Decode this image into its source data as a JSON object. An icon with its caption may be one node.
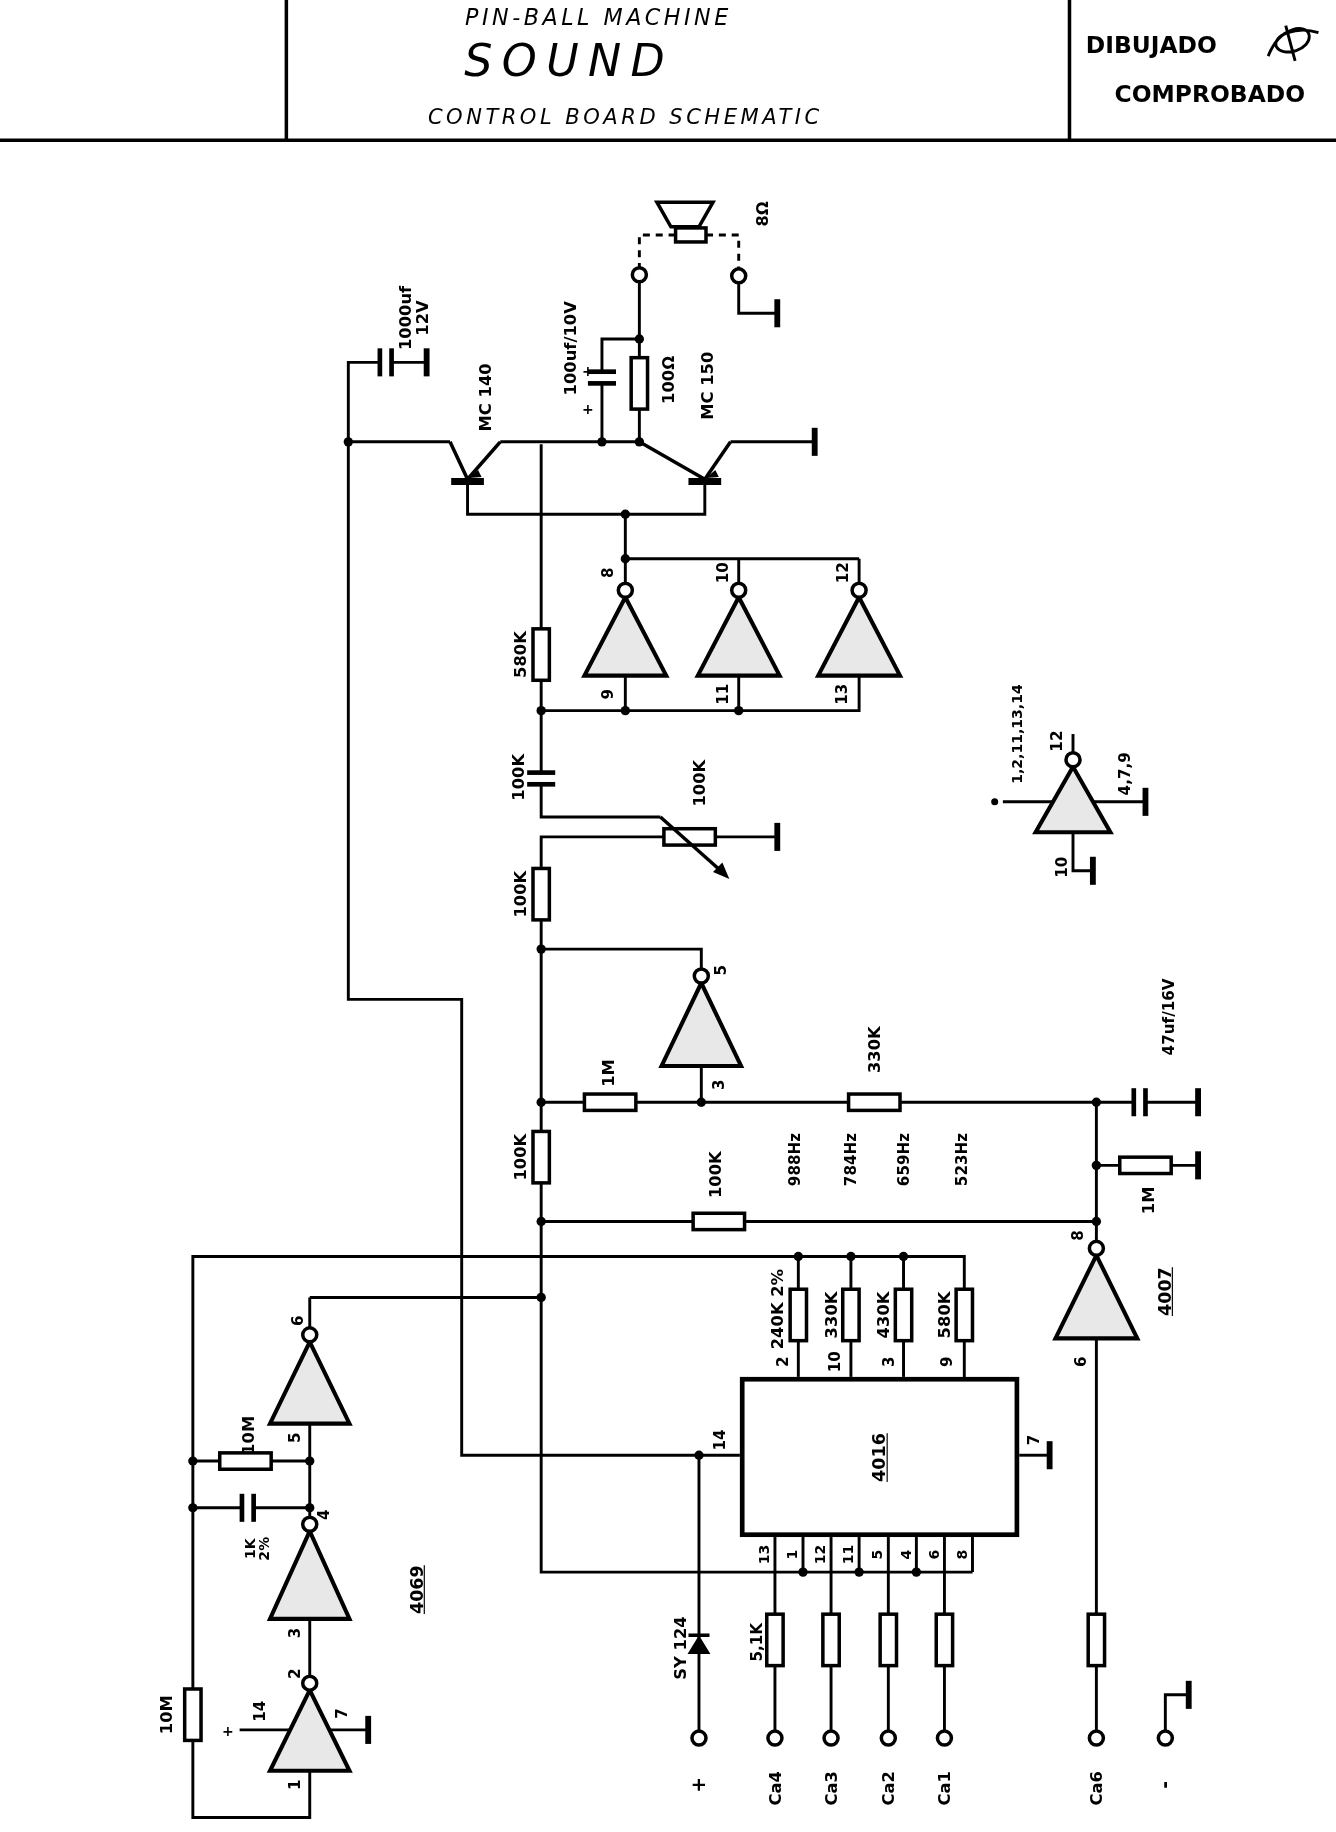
{
  "diagram": {
    "labels": [
      "PIN-BALL MACHINE",
      "SOUND",
      "CONTROL BOARD SCHEMATIC",
      "DIBUJADO",
      "COMPROBADO",
      "8Ω",
      "1000uf 12V",
      "MC 140",
      "+",
      "100uf/10V",
      "+",
      "100Ω",
      "MC 150",
      "8",
      "10",
      "12",
      "580K",
      "9",
      "11",
      "13",
      "100K",
      "100K",
      "1,2,11,13,14",
      "12",
      "4,7,9",
      "10",
      "100K",
      "5",
      "47uf/16V",
      "330K",
      "1M",
      "3",
      "100K",
      "100K",
      "988Hz",
      "784Hz",
      "659Hz",
      "523Hz",
      "1M",
      "8",
      "4007",
      "240K 2%",
      "330K",
      "430K",
      "580K",
      "6",
      "2",
      "10",
      "3",
      "9",
      "6",
      "10M",
      "5",
      "14",
      "4016",
      "7",
      "4",
      "1K 2%",
      "13",
      "1",
      "12",
      "11",
      "5",
      "4",
      "6",
      "8",
      "4069",
      "3",
      "SY 124",
      "5,1K",
      "2",
      "10M",
      "+",
      "14",
      "7",
      "1",
      "+",
      "Ca4",
      "Ca3",
      "Ca2",
      "Ca1",
      "Ca6",
      "-"
    ]
  }
}
